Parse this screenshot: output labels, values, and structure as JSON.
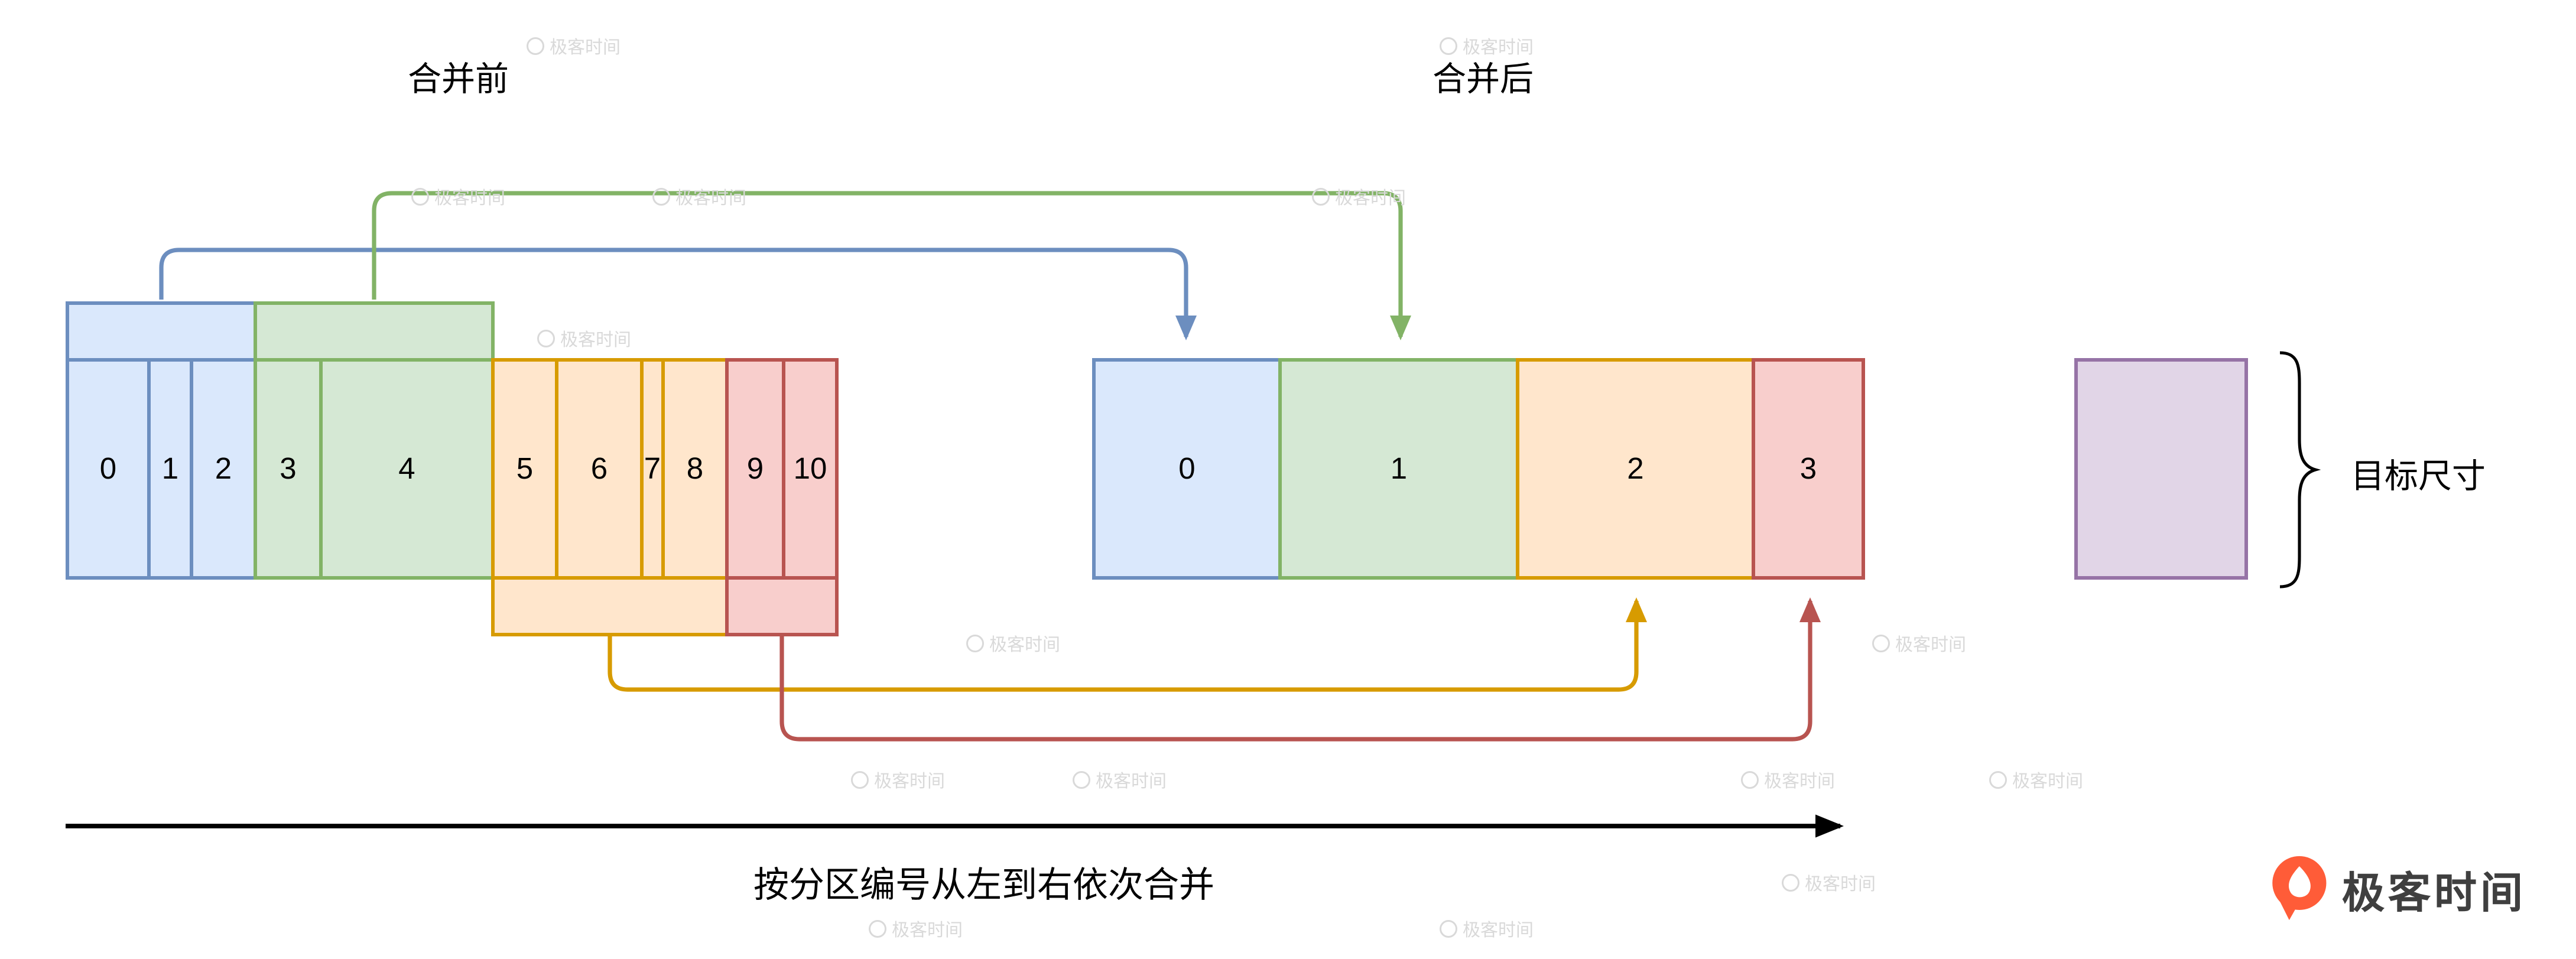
{
  "titles": {
    "before": "合并前",
    "after": "合并后"
  },
  "before_row": {
    "segments": [
      {
        "label": "0",
        "color": "blue"
      },
      {
        "label": "1",
        "color": "blue"
      },
      {
        "label": "2",
        "color": "blue"
      },
      {
        "label": "3",
        "color": "green"
      },
      {
        "label": "4",
        "color": "green"
      },
      {
        "label": "5",
        "color": "orange"
      },
      {
        "label": "6",
        "color": "orange"
      },
      {
        "label": "7",
        "color": "orange"
      },
      {
        "label": "8",
        "color": "orange"
      },
      {
        "label": "9",
        "color": "red"
      },
      {
        "label": "10",
        "color": "red"
      }
    ]
  },
  "after_row": {
    "segments": [
      {
        "label": "0",
        "color": "blue"
      },
      {
        "label": "1",
        "color": "green"
      },
      {
        "label": "2",
        "color": "orange"
      },
      {
        "label": "3",
        "color": "red"
      }
    ]
  },
  "merge_arrows": [
    {
      "color": "blue",
      "from_segments": "0-2",
      "to_partition": "0"
    },
    {
      "color": "green",
      "from_segments": "3-4",
      "to_partition": "1"
    },
    {
      "color": "orange",
      "from_segments": "5-8",
      "to_partition": "2"
    },
    {
      "color": "red",
      "from_segments": "9-10",
      "to_partition": "3"
    }
  ],
  "target": {
    "label": "目标尺寸"
  },
  "caption": {
    "text": "按分区编号从左到右依次合并"
  },
  "logo": {
    "text": "极客时间"
  },
  "watermark": {
    "text": "极客时间"
  },
  "colors": {
    "blue": {
      "fill": "#dae8fc",
      "stroke": "#6c8ebf"
    },
    "green": {
      "fill": "#d5e8d4",
      "stroke": "#82b366"
    },
    "orange": {
      "fill": "#ffe6cc",
      "stroke": "#d79b00"
    },
    "red": {
      "fill": "#f8cecc",
      "stroke": "#b85450"
    },
    "purple": {
      "fill": "#e1d5e7",
      "stroke": "#9673a6"
    },
    "black": {
      "fill": "#000000",
      "stroke": "#000000"
    },
    "logo_orange": {
      "fill": "#ff5c38",
      "stroke": "#ff5c38"
    }
  }
}
